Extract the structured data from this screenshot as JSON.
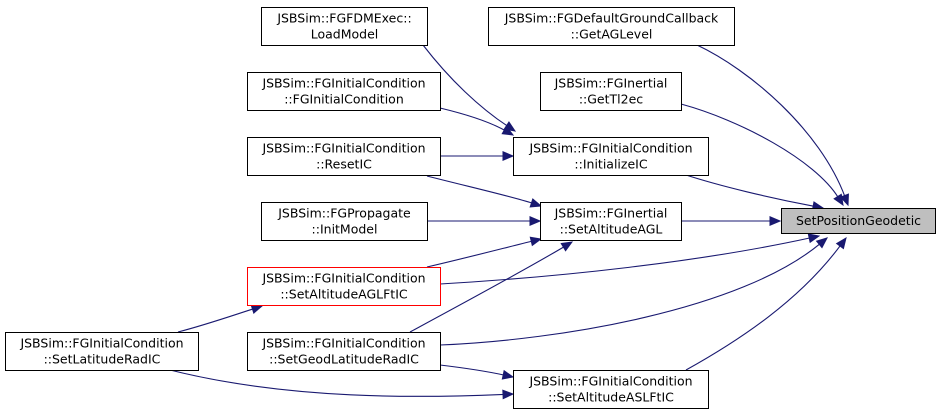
{
  "diagram": {
    "type": "call-graph",
    "colors": {
      "edge": "#191970",
      "node_border": "#000000",
      "node_border_highlight": "#ff0000",
      "focus_fill": "#bfbfbf"
    },
    "nodes": [
      {
        "id": "n1",
        "lines": [
          "JSBSim::FGFDMExec::",
          "LoadModel"
        ]
      },
      {
        "id": "n2",
        "lines": [
          "JSBSim::FGDefaultGroundCallback",
          "::GetAGLevel"
        ]
      },
      {
        "id": "n3",
        "lines": [
          "JSBSim::FGInitialCondition",
          "::FGInitialCondition"
        ]
      },
      {
        "id": "n4",
        "lines": [
          "JSBSim::FGInertial",
          "::GetTl2ec"
        ]
      },
      {
        "id": "n5",
        "lines": [
          "JSBSim::FGInitialCondition",
          "::ResetIC"
        ]
      },
      {
        "id": "n6",
        "lines": [
          "JSBSim::FGInitialCondition",
          "::InitializeIC"
        ]
      },
      {
        "id": "n7",
        "lines": [
          "JSBSim::FGPropagate",
          "::InitModel"
        ]
      },
      {
        "id": "n8",
        "lines": [
          "JSBSim::FGInertial",
          "::SetAltitudeAGL"
        ]
      },
      {
        "id": "n9",
        "lines": [
          "SetPositionGeodetic"
        ]
      },
      {
        "id": "n10",
        "lines": [
          "JSBSim::FGInitialCondition",
          "::SetAltitudeAGLFtIC"
        ]
      },
      {
        "id": "n11",
        "lines": [
          "JSBSim::FGInitialCondition",
          "::SetLatitudeRadIC"
        ]
      },
      {
        "id": "n12",
        "lines": [
          "JSBSim::FGInitialCondition",
          "::SetGeodLatitudeRadIC"
        ]
      },
      {
        "id": "n13",
        "lines": [
          "JSBSim::FGInitialCondition",
          "::SetAltitudeASLFtIC"
        ]
      }
    ],
    "edges": [
      {
        "from": "n1",
        "to": "n6"
      },
      {
        "from": "n3",
        "to": "n6"
      },
      {
        "from": "n5",
        "to": "n6"
      },
      {
        "from": "n5",
        "to": "n8"
      },
      {
        "from": "n7",
        "to": "n8"
      },
      {
        "from": "n10",
        "to": "n8"
      },
      {
        "from": "n12",
        "to": "n8"
      },
      {
        "from": "n11",
        "to": "n10"
      },
      {
        "from": "n11",
        "to": "n13"
      },
      {
        "from": "n12",
        "to": "n13"
      },
      {
        "from": "n2",
        "to": "n9"
      },
      {
        "from": "n4",
        "to": "n9"
      },
      {
        "from": "n6",
        "to": "n9"
      },
      {
        "from": "n8",
        "to": "n9"
      },
      {
        "from": "n10",
        "to": "n9"
      },
      {
        "from": "n12",
        "to": "n9"
      },
      {
        "from": "n13",
        "to": "n9"
      }
    ]
  }
}
